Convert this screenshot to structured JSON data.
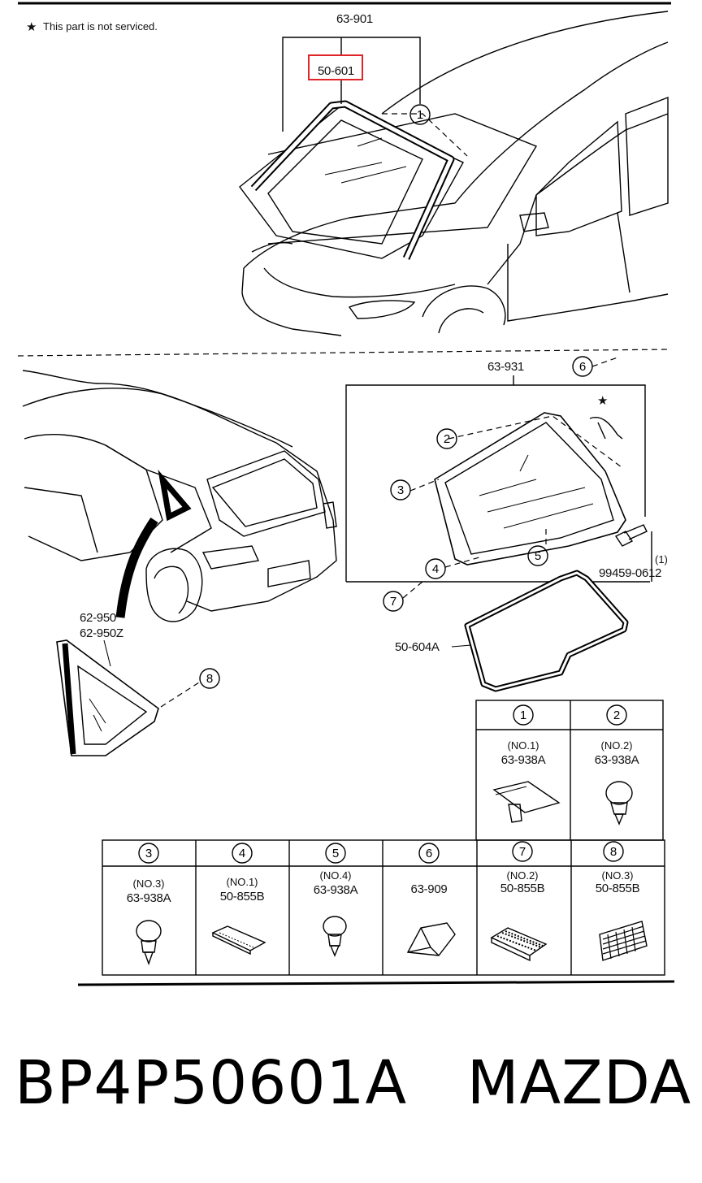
{
  "note": {
    "star": "★",
    "text": "This part is not serviced."
  },
  "callouts": {
    "p63_901": "63-901",
    "p50_601": "50-601",
    "p63_931": "63-931",
    "p62_950": "62-950",
    "p62_950z": "62-950Z",
    "p50_604a": "50-604A",
    "p99459": "99459-0612",
    "qty1": "(1)"
  },
  "circle_numbers": [
    "1",
    "2",
    "3",
    "4",
    "5",
    "6",
    "7",
    "8"
  ],
  "highlight_color": "#e0242a",
  "fastener_table": {
    "top_row": [
      {
        "num": "1",
        "label": "(NO.1)",
        "part": "63-938A"
      },
      {
        "num": "2",
        "label": "(NO.2)",
        "part": "63-938A"
      }
    ],
    "bottom_row": [
      {
        "num": "3",
        "label": "(NO.3)",
        "part": "63-938A"
      },
      {
        "num": "4",
        "label": "(NO.1)",
        "part": "50-855B"
      },
      {
        "num": "5",
        "label": "(NO.4)",
        "part": "63-938A"
      },
      {
        "num": "6",
        "label": "",
        "part": "63-909"
      },
      {
        "num": "7",
        "label": "(NO.2)",
        "part": "50-855B"
      },
      {
        "num": "8",
        "label": "(NO.3)",
        "part": "50-855B"
      }
    ]
  },
  "footer": {
    "part_number": "BP4P50601A",
    "brand": "MAZDA"
  }
}
